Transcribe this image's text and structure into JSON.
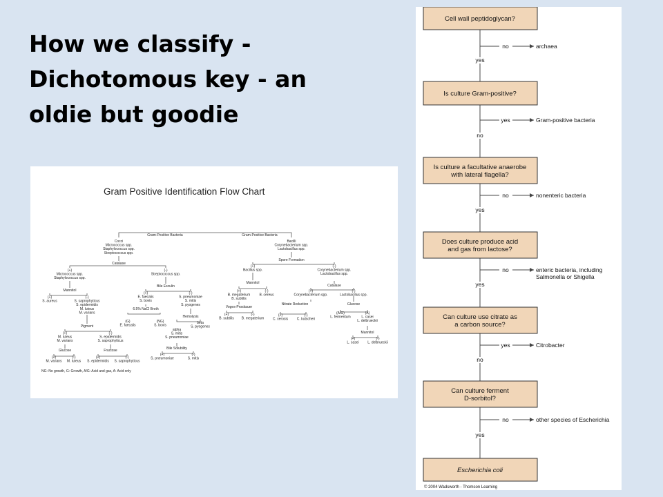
{
  "slide": {
    "title_lines": [
      "How we classify -",
      "Dichotomous key - an",
      "oldie but goodie"
    ]
  },
  "gram_chart": {
    "title": "Gram Positive Identification Flow Chart",
    "labels": {
      "gpb_left": "Gram-Positive Bacteria",
      "gpb_right": "Gram-Positive Bacteria",
      "cocci": [
        "Cocci",
        "Micrococcus spp.",
        "Staphylococcus spp.",
        "Streptococcus spp."
      ],
      "bacilli": [
        "Bacilli",
        "Corynebacterium spp.",
        "Lactobacillus spp."
      ],
      "catalase": "Catalase",
      "micro_group": [
        "(+)",
        "Micrococcus spp.",
        "Staphylococcus spp."
      ],
      "strep_group": [
        "(-)",
        "Streptococcus spp."
      ],
      "mannitol": "Mannitol",
      "saureus": [
        "(+)",
        "S. aureus"
      ],
      "mannitol_neg": [
        "(-)",
        "S. saprophyticus",
        "S. epidermidis",
        "M. luteus",
        "M. varians"
      ],
      "bile_esculin": "Bile Esculin",
      "bile_pos": [
        "(+)",
        "E. faecalis",
        "S. bovis"
      ],
      "bile_neg": [
        "(-)",
        "S. pneumoniae",
        "S. mitis",
        "S. pyogenes"
      ],
      "nacl": "6.5% NaCl Broth",
      "nacl_g": [
        "(G)",
        "E. faecalis"
      ],
      "nacl_ng": [
        "(NG)",
        "S. bovis"
      ],
      "hemolysis": "Hemolysis",
      "alpha": [
        "alpha",
        "S. mitis",
        "S. pneumoniae"
      ],
      "beta": [
        "beta",
        "S. pyogenes"
      ],
      "bile_sol": "Bile Solubility",
      "bs_pos": [
        "(+)",
        "S. pneumoniae"
      ],
      "bs_neg": [
        "(-)",
        "S. mitis"
      ],
      "pigment": "Pigment",
      "pig_pos": [
        "(+)",
        "M. luteus",
        "M. varians"
      ],
      "pig_neg": [
        "(-)",
        "S. epidermidis",
        "S. saprophyticus"
      ],
      "glucose": "Glucose",
      "glu_pos": [
        "(+)",
        "M. varians"
      ],
      "glu_neg": [
        "(-)",
        "M. luteus"
      ],
      "fructose": "Fructose",
      "fru_pos": [
        "(+)",
        "S. epidermidis"
      ],
      "fru_neg": [
        "(-)",
        "S. saprophyticus"
      ],
      "footnote": "NG: No growth, G: Growth, A/G: Acid and gas, A: Acid only",
      "spore": "Spore Formation",
      "bacillus": [
        "(+)",
        "Bacillus spp."
      ],
      "coryne": [
        "(-)",
        "Corynebacterium spp.",
        "Lactobacillus spp."
      ],
      "mannitol2": "Mannitol",
      "man2_pos": [
        "(+)",
        "B. megaterium",
        "B. subtilis"
      ],
      "man2_neg": [
        "(-)",
        "B. cereus"
      ],
      "vp": "Voges-Proskauer",
      "vp_pos": [
        "(+)",
        "B. subtilis"
      ],
      "vp_neg": [
        "(-)",
        "B. megaterium"
      ],
      "catalase2": "Catalase",
      "cat2_pos": [
        "(+)",
        "Corynebacterium spp."
      ],
      "cat2_neg": [
        "(-)",
        "Lactobacillus spp."
      ],
      "nitrate": "Nitrate Reduction",
      "nit_pos": [
        "(+)",
        "C. xerosis"
      ],
      "nit_neg": [
        "(-)",
        "C. kutscheri"
      ],
      "glucose2": "Glucose",
      "glu2_ag": [
        "(A/G)",
        "L. fermentum"
      ],
      "glu2_a": [
        "(A)",
        "L. casei",
        "L. delbrueckii"
      ],
      "mannitol3": "Mannitol",
      "man3_pos": [
        "(+)",
        "L. casei"
      ],
      "man3_neg": [
        "(-)",
        "L. delbrueckii"
      ]
    }
  },
  "dichotomous_key": {
    "questions": [
      "Cell wall peptidoglycan?",
      "Is culture Gram-positive?",
      "Is culture a facultative anaerobe|with lateral flagella?",
      "Does culture produce acid|and gas from lactose?",
      "Can culture use citrate as|a carbon source?",
      "Can culture ferment|D-sorbitol?",
      "Escherichia coli"
    ],
    "branches": [
      {
        "side": "no",
        "down": "yes",
        "result": "archaea"
      },
      {
        "side": "yes",
        "down": "no",
        "result": "Gram-positive bacteria"
      },
      {
        "side": "no",
        "down": "yes",
        "result": "nonenteric bacteria"
      },
      {
        "side": "no",
        "down": "yes",
        "result": "enteric bacteria, including",
        "result2": "Salmonella or Shigella"
      },
      {
        "side": "yes",
        "down": "no",
        "result": "Citrobacter"
      },
      {
        "side": "no",
        "down": "yes",
        "result": "other species of Escherichia"
      }
    ],
    "copyright": "© 2004 Wadsworth - Thomson Learning",
    "colors": {
      "box_fill": "#f1d6b8",
      "box_stroke": "#333333",
      "line": "#444444"
    }
  }
}
